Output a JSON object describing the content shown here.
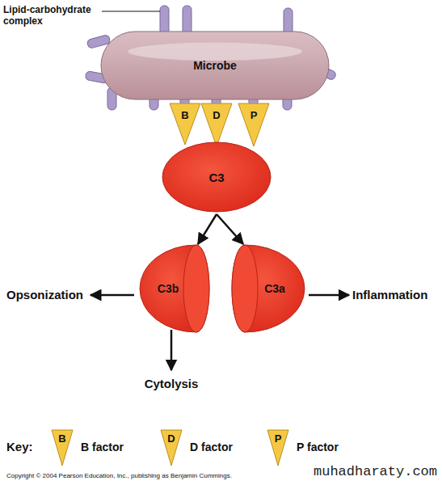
{
  "diagram": {
    "nodes": [
      {
        "text": [
          "Microbe"
        ]
      },
      {
        "text": [
          "B"
        ]
      },
      {
        "text": [
          "D"
        ]
      },
      {
        "text": [
          "P"
        ]
      },
      {
        "text": [
          "C3"
        ]
      },
      {
        "text": [
          "C3b"
        ]
      },
      {
        "text": [
          "C3a"
        ]
      }
    ],
    "edges": [
      {
        "from": 4,
        "to": 5,
        "arrow": "to"
      },
      {
        "from": 4,
        "to": 6,
        "arrow": "to"
      }
    ],
    "labels": [
      "Lipid-carbohydrate complex",
      "Opsonization",
      "Inflammation",
      "Cytolysis",
      "Key:",
      "B",
      "D",
      "P",
      "Copyright © 2004 Pearson Education, Inc., publishing as Benjamin Cummings.",
      "muhadharaty.com"
    ],
    "legend": [
      {
        "text": "B factor"
      },
      {
        "text": "D factor"
      },
      {
        "text": "P factor"
      }
    ]
  }
}
